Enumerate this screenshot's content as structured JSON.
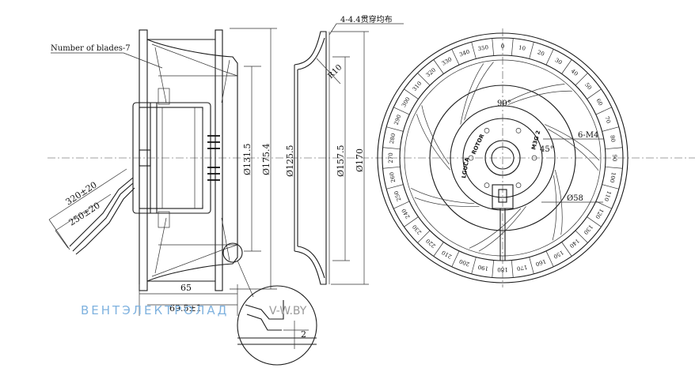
{
  "labels": {
    "blades": "Number of blades-7",
    "holes_note": "4-4.4贯穿均布",
    "radius": "R10",
    "angle": "90°",
    "m4": "6-M4",
    "angle45": "45°",
    "d58": "Ø58",
    "lead1": "320±20",
    "lead2": "250±20",
    "dim65": "65",
    "dim2": "2"
  },
  "dimensions_side": [
    "Ø131.5",
    "Ø175.4"
  ],
  "dimensions_section": [
    "Ø125.5",
    "Ø157.5",
    "Ø170"
  ],
  "bottom_dim_overlap": "69.5±1",
  "watermark": {
    "brand": "ВЕНТЭЛЕКТРОЛАД",
    "url": "V-W.BY"
  },
  "dial": {
    "start": 0,
    "end": 350,
    "step": 10
  },
  "motor_label_texts": [
    "LGUCA",
    "ROTOR",
    "M3G 2"
  ],
  "colors": {
    "line": "#1a1a1a",
    "watermark": "#7fb2df",
    "url": "#9a9a9a"
  }
}
